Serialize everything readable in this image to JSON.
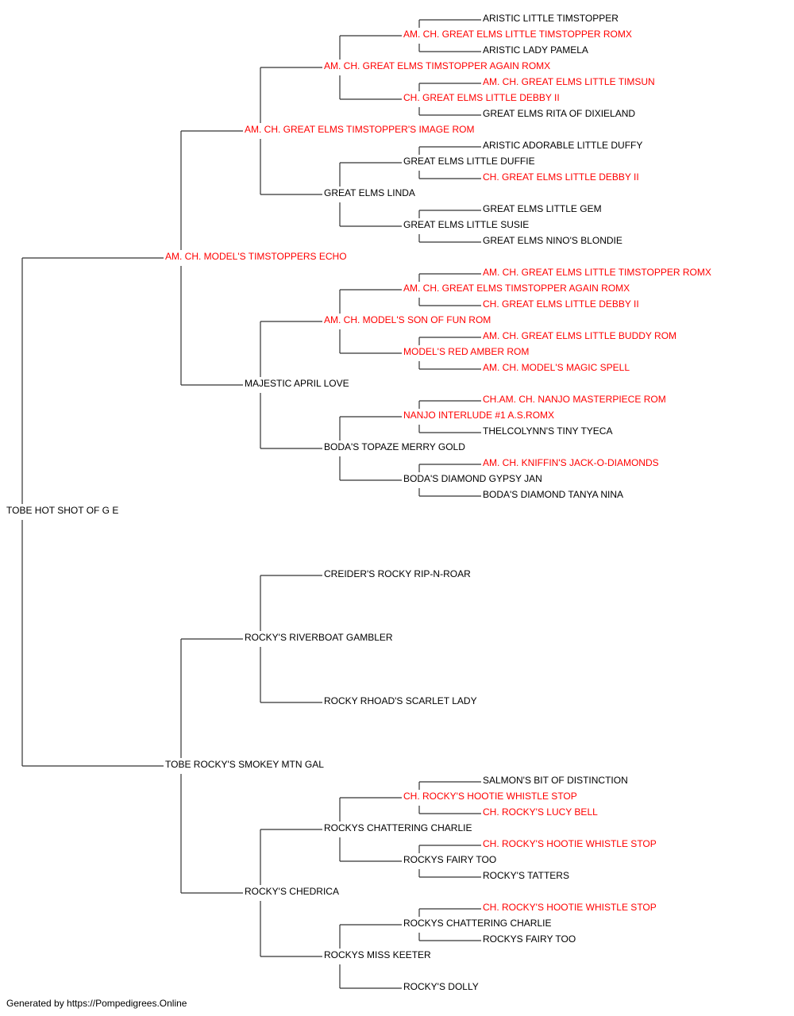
{
  "colors": {
    "champion": "#ff0000",
    "normal": "#000000",
    "line": "#333333"
  },
  "pedigree": {
    "name": "TOBE HOT SHOT OF G E",
    "champion": false,
    "sire": {
      "name": "AM. CH. MODEL'S TIMSTOPPERS ECHO",
      "champion": true,
      "sire": {
        "name": "AM. CH. GREAT ELMS TIMSTOPPER'S IMAGE ROM",
        "champion": true,
        "sire": {
          "name": "AM. CH. GREAT ELMS TIMSTOPPER AGAIN ROMX",
          "champion": true,
          "sire": {
            "name": "AM. CH. GREAT ELMS LITTLE TIMSTOPPER ROMX",
            "champion": true,
            "sire": {
              "name": "ARISTIC LITTLE TIMSTOPPER",
              "champion": false
            },
            "dam": {
              "name": "ARISTIC LADY PAMELA",
              "champion": false
            }
          },
          "dam": {
            "name": "CH. GREAT ELMS LITTLE DEBBY II",
            "champion": true,
            "sire": {
              "name": "AM. CH. GREAT ELMS LITTLE TIMSUN",
              "champion": true
            },
            "dam": {
              "name": "GREAT ELMS RITA OF DIXIELAND",
              "champion": false
            }
          }
        },
        "dam": {
          "name": "GREAT ELMS LINDA",
          "champion": false,
          "sire": {
            "name": "GREAT ELMS LITTLE DUFFIE",
            "champion": false,
            "sire": {
              "name": "ARISTIC ADORABLE LITTLE DUFFY",
              "champion": false
            },
            "dam": {
              "name": "CH. GREAT ELMS LITTLE DEBBY II",
              "champion": true
            }
          },
          "dam": {
            "name": "GREAT ELMS LITTLE SUSIE",
            "champion": false,
            "sire": {
              "name": "GREAT ELMS LITTLE GEM",
              "champion": false
            },
            "dam": {
              "name": "GREAT ELMS NINO'S BLONDIE",
              "champion": false
            }
          }
        }
      },
      "dam": {
        "name": "MAJESTIC APRIL LOVE",
        "champion": false,
        "sire": {
          "name": "AM. CH. MODEL'S SON OF FUN ROM",
          "champion": true,
          "sire": {
            "name": "AM. CH. GREAT ELMS TIMSTOPPER AGAIN ROMX",
            "champion": true,
            "sire": {
              "name": "AM. CH. GREAT ELMS LITTLE TIMSTOPPER ROMX",
              "champion": true
            },
            "dam": {
              "name": "CH. GREAT ELMS LITTLE DEBBY II",
              "champion": true
            }
          },
          "dam": {
            "name": "MODEL'S RED AMBER ROM",
            "champion": true,
            "sire": {
              "name": "AM. CH. GREAT ELMS LITTLE BUDDY ROM",
              "champion": true
            },
            "dam": {
              "name": "AM. CH. MODEL'S MAGIC SPELL",
              "champion": true
            }
          }
        },
        "dam": {
          "name": "BODA'S TOPAZE MERRY GOLD",
          "champion": false,
          "sire": {
            "name": "NANJO INTERLUDE #1 A.S.ROMX",
            "champion": true,
            "sire": {
              "name": "CH.AM. CH. NANJO MASTERPIECE ROM",
              "champion": true
            },
            "dam": {
              "name": "THELCOLYNN'S TINY TYECA",
              "champion": false
            }
          },
          "dam": {
            "name": "BODA'S DIAMOND GYPSY JAN",
            "champion": false,
            "sire": {
              "name": "AM. CH. KNIFFIN'S JACK-O-DIAMONDS",
              "champion": true
            },
            "dam": {
              "name": "BODA'S DIAMOND TANYA NINA",
              "champion": false
            }
          }
        }
      }
    },
    "dam": {
      "name": "TOBE ROCKY'S SMOKEY MTN GAL",
      "champion": false,
      "sire": {
        "name": "ROCKY'S RIVERBOAT GAMBLER",
        "champion": false,
        "sire": {
          "name": "CREIDER'S ROCKY RIP-N-ROAR",
          "champion": false
        },
        "dam": {
          "name": "ROCKY RHOAD'S SCARLET LADY",
          "champion": false
        }
      },
      "dam": {
        "name": "ROCKY'S CHEDRICA",
        "champion": false,
        "sire": {
          "name": "ROCKYS CHATTERING CHARLIE",
          "champion": false,
          "sire": {
            "name": "CH. ROCKY'S HOOTIE WHISTLE STOP",
            "champion": true,
            "sire": {
              "name": "SALMON'S BIT OF DISTINCTION",
              "champion": false
            },
            "dam": {
              "name": "CH. ROCKY'S LUCY BELL",
              "champion": true
            }
          },
          "dam": {
            "name": "ROCKYS FAIRY TOO",
            "champion": false,
            "sire": {
              "name": "CH. ROCKY'S HOOTIE WHISTLE STOP",
              "champion": true
            },
            "dam": {
              "name": "ROCKY'S TATTERS",
              "champion": false
            }
          }
        },
        "dam": {
          "name": "ROCKYS MISS KEETER",
          "champion": false,
          "sire": {
            "name": "ROCKYS CHATTERING CHARLIE",
            "champion": false,
            "sire": {
              "name": "CH. ROCKY'S HOOTIE WHISTLE STOP",
              "champion": true
            },
            "dam": {
              "name": "ROCKYS FAIRY TOO",
              "champion": false
            }
          },
          "dam": {
            "name": "ROCKY'S DOLLY",
            "champion": false
          }
        }
      }
    }
  },
  "footer": {
    "text": "Generated by https://Pompedigrees.Online"
  }
}
